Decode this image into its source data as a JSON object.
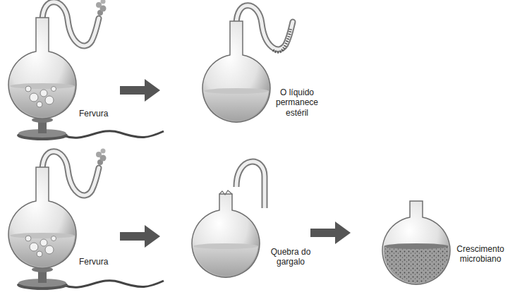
{
  "diagram": {
    "labels": [
      "Fervura",
      "O líquido permanece estéril",
      "Fervura",
      "Quebra do gargalo",
      "Crescimento microbiano"
    ]
  }
}
